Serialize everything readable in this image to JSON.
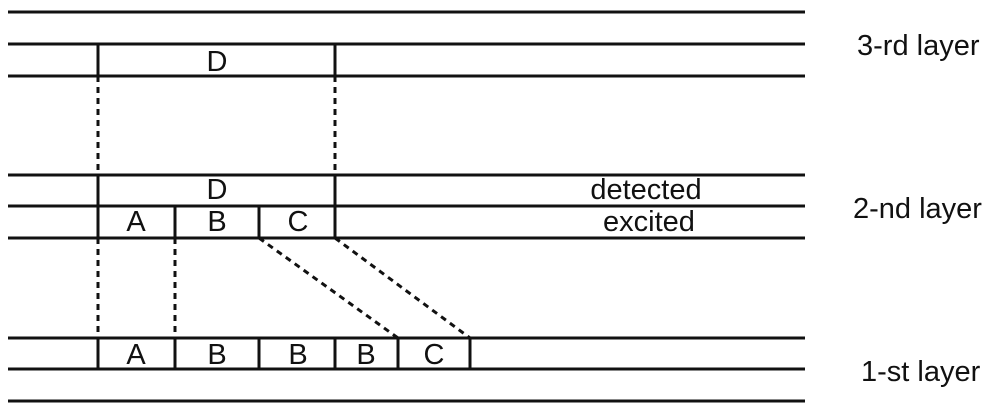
{
  "diagram": {
    "layers": {
      "third": {
        "label": "3-rd layer",
        "cells": [
          "D"
        ]
      },
      "second": {
        "label": "2-nd layer",
        "upper_cells": [
          "D"
        ],
        "lower_cells": [
          "A",
          "B",
          "C"
        ],
        "upper_state": "detected",
        "lower_state": "excited"
      },
      "first": {
        "label": "1-st layer",
        "cells": [
          "A",
          "B",
          "B",
          "B",
          "C"
        ]
      }
    }
  }
}
